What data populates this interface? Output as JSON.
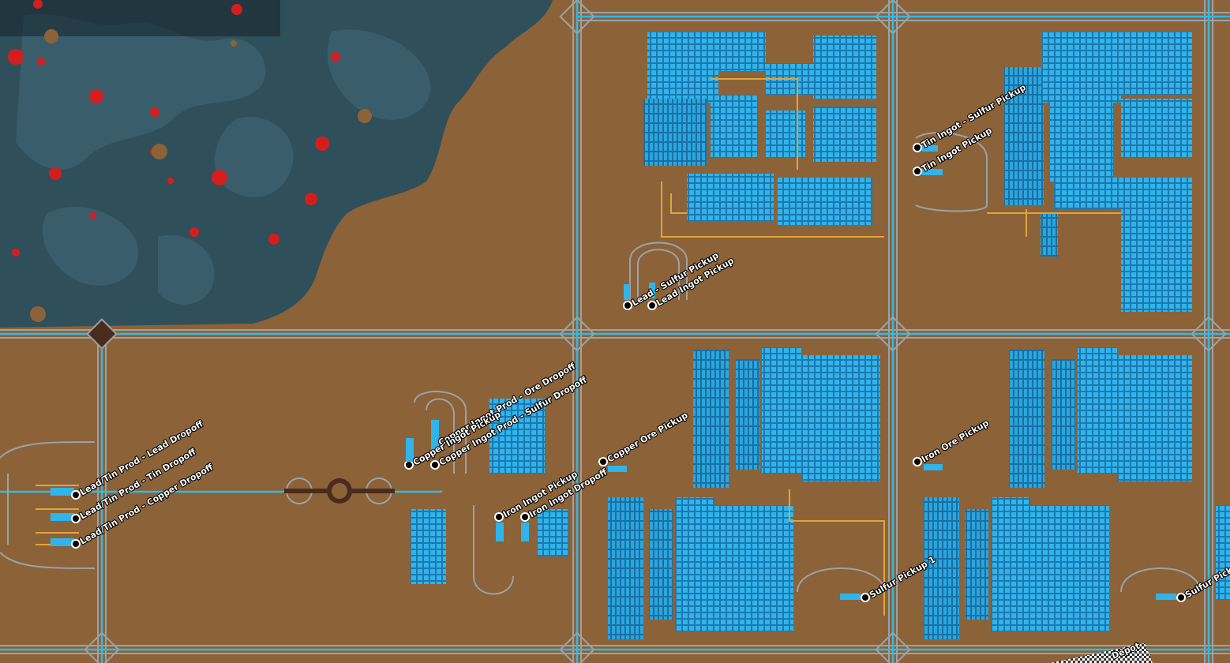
{
  "map": {
    "ground_color": "#8c6238",
    "water_color": "#2f4f5a",
    "rail_color": "#9aa3a8",
    "power_color": "#2fbbe8",
    "belt_color": "#e0a53a",
    "lava_color": "#d41e1e"
  },
  "stations": {
    "tin_sulfur_pickup": "Tin Ingot - Sulfur Pickup",
    "tin_ingot_pickup": "Tin Ingot Pickup",
    "lead_sulfur_pickup": "Lead - Sulfur Pickup",
    "lead_ingot_pickup": "Lead Ingot Pickup",
    "copper_ore_dropoff": "Copper Ingot Prod - Ore Dropoff",
    "copper_ingot_pickup": "Copper Ingot Pickup",
    "copper_sulfur_dropoff": "Copper Ingot Prod - Sulfur Dropoff",
    "leadtin_lead_dropoff": "Lead/Tin Prod - Lead Dropoff",
    "leadtin_tin_dropoff": "Lead/Tin Prod - Tin Dropoff",
    "leadtin_copper_dropoff": "Lead/Tin Prod - Copper Dropoff",
    "iron_ingot_pickup": "Iron Ingot Pickup",
    "iron_ingot_dropoff": "Iron Ingot Dropoff",
    "copper_ore_pickup": "Copper Ore Pickup",
    "iron_ore_pickup": "Iron Ore Pickup",
    "sulfur_pickup_1": "Sulfur Pickup 1",
    "sulfur_pickup_2": "Sulfur Pick",
    "depot": "Depot"
  }
}
